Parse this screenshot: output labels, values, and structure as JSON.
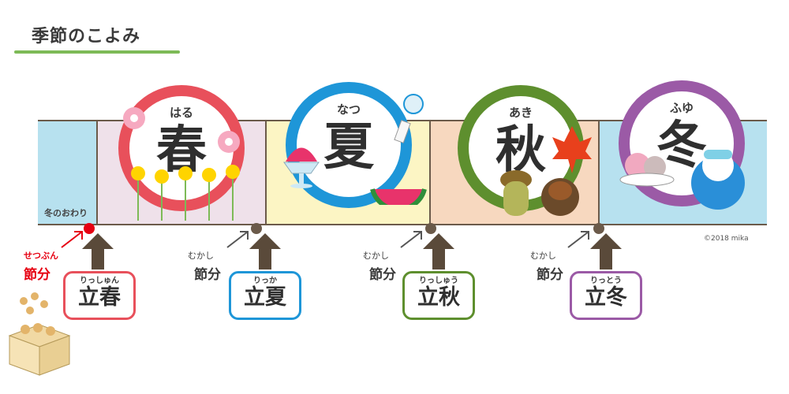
{
  "title": "季節のこよみ",
  "seasons": [
    {
      "kanji": "春",
      "reading": "はる",
      "color": "#e8505b"
    },
    {
      "kanji": "夏",
      "reading": "なつ",
      "color": "#1e96d8"
    },
    {
      "kanji": "秋",
      "reading": "あき",
      "color": "#5e8f2e"
    },
    {
      "kanji": "冬",
      "reading": "ふゆ",
      "color": "#9b5aa6"
    }
  ],
  "band_colors": {
    "winter_end": "#b7e1ef",
    "spring": "#efe1ea",
    "summer": "#fcf5c4",
    "autumn": "#f7d8bf",
    "winter": "#b7e1ef"
  },
  "winter_end_label": "冬のおわり",
  "setsubun": {
    "reading": "せつぶん",
    "kanji": "節分"
  },
  "old_setsubun": {
    "reading": "むかし",
    "kanji": "節分"
  },
  "markers": [
    {
      "kanji": "立春",
      "reading": "りっしゅん"
    },
    {
      "kanji": "立夏",
      "reading": "りっか"
    },
    {
      "kanji": "立秋",
      "reading": "りっしゅう"
    },
    {
      "kanji": "立冬",
      "reading": "りっとう"
    }
  ],
  "copyright": "©2018 mika"
}
